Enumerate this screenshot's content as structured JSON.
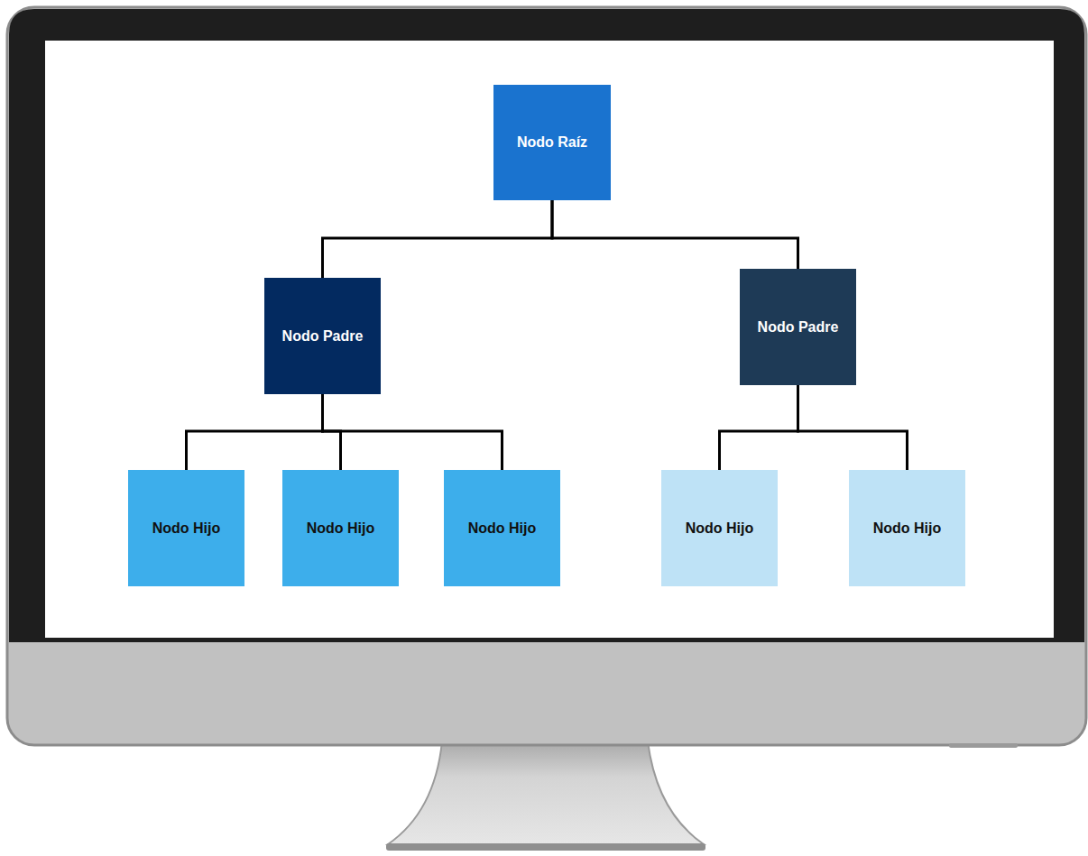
{
  "diagram": {
    "nodes": [
      {
        "text": [
          "Nodo Raíz"
        ]
      },
      {
        "text": [
          "Nodo Padre"
        ]
      },
      {
        "text": [
          "Nodo Padre"
        ]
      },
      {
        "text": [
          "Nodo Hijo"
        ]
      },
      {
        "text": [
          "Nodo Hijo"
        ]
      },
      {
        "text": [
          "Nodo Hijo"
        ]
      },
      {
        "text": [
          "Nodo Hijo"
        ]
      },
      {
        "text": [
          "Nodo Hijo"
        ]
      }
    ],
    "edges": [
      {
        "from": 0,
        "to": 1,
        "arrow": "none"
      },
      {
        "from": 0,
        "to": 2,
        "arrow": "none"
      },
      {
        "from": 1,
        "to": 3,
        "arrow": "none"
      },
      {
        "from": 1,
        "to": 4,
        "arrow": "none"
      },
      {
        "from": 1,
        "to": 5,
        "arrow": "none"
      },
      {
        "from": 2,
        "to": 6,
        "arrow": "none"
      },
      {
        "from": 2,
        "to": 7,
        "arrow": "none"
      }
    ]
  }
}
